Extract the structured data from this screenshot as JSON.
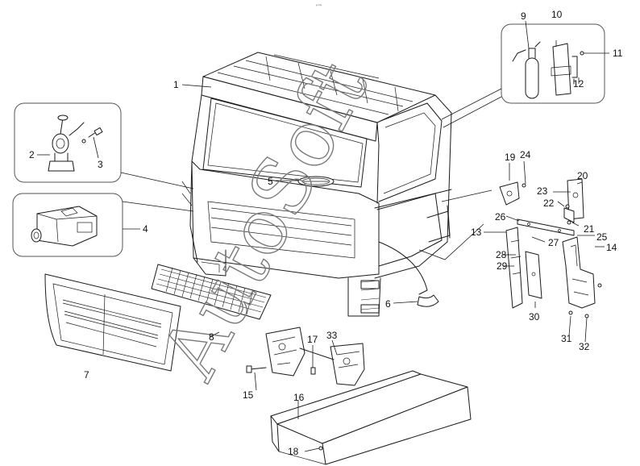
{
  "diagram": {
    "header_mark": "ᵍ ᵐᵐ",
    "watermark": "AutoSoft",
    "callouts": [
      {
        "id": "1",
        "label": "1"
      },
      {
        "id": "2",
        "label": "2"
      },
      {
        "id": "3",
        "label": "3"
      },
      {
        "id": "4",
        "label": "4"
      },
      {
        "id": "5",
        "label": "5"
      },
      {
        "id": "6",
        "label": "6"
      },
      {
        "id": "7",
        "label": "7"
      },
      {
        "id": "8",
        "label": "8"
      },
      {
        "id": "9",
        "label": "9"
      },
      {
        "id": "10",
        "label": "10"
      },
      {
        "id": "11",
        "label": "11"
      },
      {
        "id": "12",
        "label": "12"
      },
      {
        "id": "13",
        "label": "13"
      },
      {
        "id": "14",
        "label": "14"
      },
      {
        "id": "15",
        "label": "15"
      },
      {
        "id": "16",
        "label": "16"
      },
      {
        "id": "17",
        "label": "17"
      },
      {
        "id": "18",
        "label": "18"
      },
      {
        "id": "19",
        "label": "19"
      },
      {
        "id": "20",
        "label": "20"
      },
      {
        "id": "21",
        "label": "21"
      },
      {
        "id": "22",
        "label": "22"
      },
      {
        "id": "23",
        "label": "23"
      },
      {
        "id": "24",
        "label": "24"
      },
      {
        "id": "25",
        "label": "25"
      },
      {
        "id": "26",
        "label": "26"
      },
      {
        "id": "27",
        "label": "27"
      },
      {
        "id": "28",
        "label": "28"
      },
      {
        "id": "29",
        "label": "29"
      },
      {
        "id": "30",
        "label": "30"
      },
      {
        "id": "31",
        "label": "31"
      },
      {
        "id": "32",
        "label": "32"
      },
      {
        "id": "33",
        "label": "33"
      }
    ]
  }
}
